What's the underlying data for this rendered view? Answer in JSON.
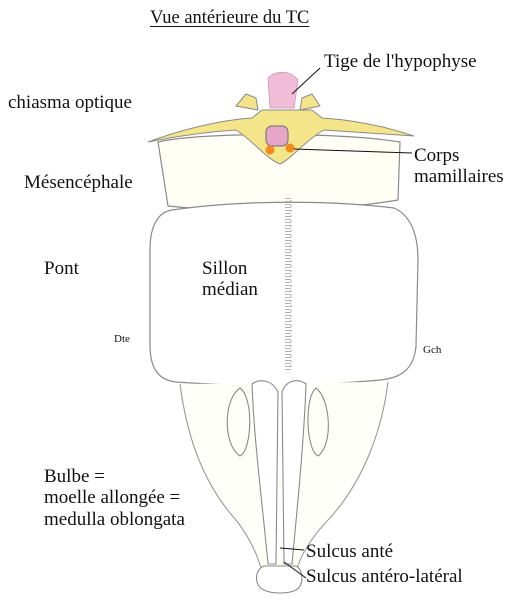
{
  "title": "Vue antérieure du TC",
  "labels": {
    "tige": "Tige de l'hypophyse",
    "chiasma": "chiasma optique",
    "corps": "Corps\nmamillaires",
    "mesencephale": "Mésencéphale",
    "pont": "Pont",
    "sillon": "Sillon\nmédian",
    "dte": "Dte",
    "gch": "Gch",
    "bulbe": "Bulbe =\nmoelle allongée =\nmedulla oblongata",
    "sulcus_ante": "Sulcus anté",
    "sulcus_antero_lateral": "Sulcus antéro-latéral"
  },
  "colors": {
    "outline": "#8a8a8a",
    "chiasma_fill": "#f4e58a",
    "hypophyse_fill": "#f0bcd8",
    "mamillary_fill": "#f08a1e",
    "median_sulcus": "#9a9a9a",
    "leader_line": "#111111"
  }
}
